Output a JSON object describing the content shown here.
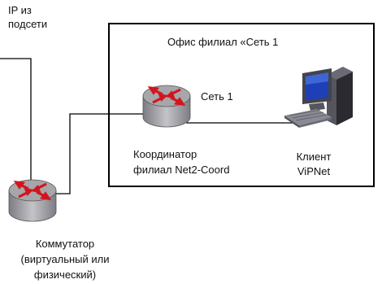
{
  "labels": {
    "ip_from_subnet": [
      "IP из",
      "подсети"
    ],
    "office_title": "Офис филиал «Сеть 1",
    "net_label": "Сеть 1",
    "coordinator": [
      "Координатор",
      "филиал Net2-Coord"
    ],
    "client": [
      "Клиент",
      "ViPNet"
    ],
    "switch": [
      "Коммутатор",
      "(виртуальный или",
      "физический)"
    ]
  },
  "colors": {
    "router_body": "#9a9aa0",
    "router_arrows": "#d4141c",
    "line": "#000000",
    "box_border": "#000000"
  },
  "icons": {
    "coordinator": "router-icon",
    "switch": "router-icon",
    "client": "workstation-icon"
  }
}
